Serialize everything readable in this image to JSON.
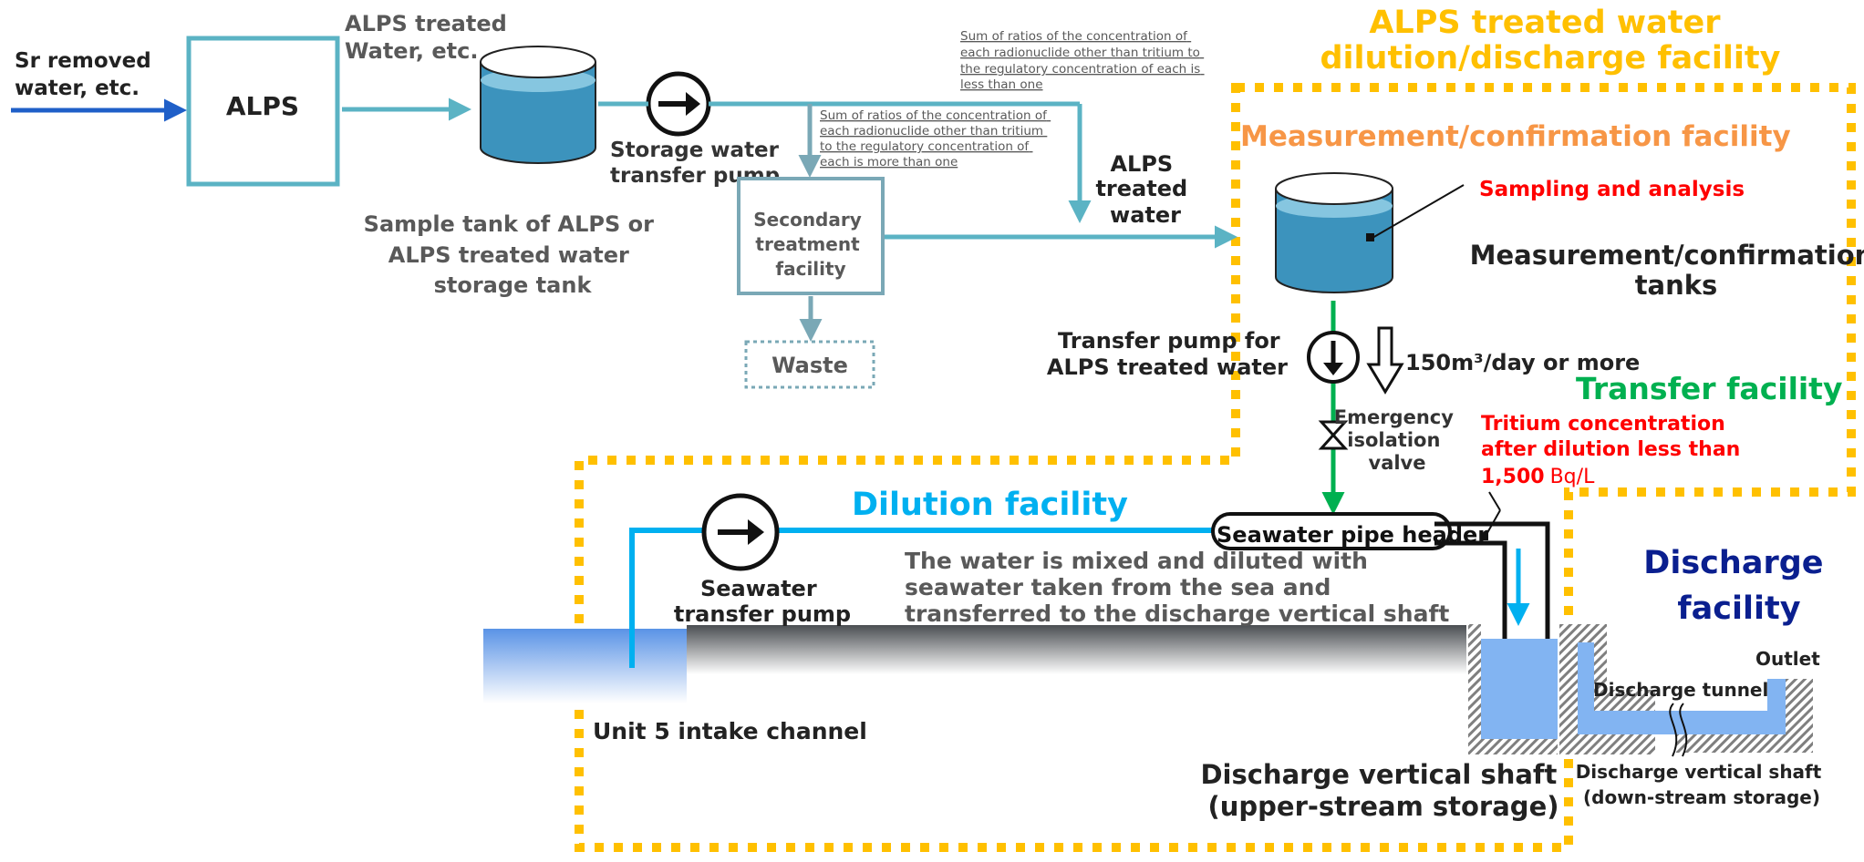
{
  "colors": {
    "teal": "#5bb3c4",
    "teal_dark": "#7aa8b6",
    "orange": "#ffc000",
    "orange_text": "#f79646",
    "green": "#00b050",
    "blue_line": "#00b0f0",
    "navy": "#0a1f8f",
    "red": "#ff0000",
    "water": "#82b4f2",
    "tank_body": "#3c93bd",
    "tank_top": "#86c6e0",
    "gray_text": "#595959",
    "input_arrow": "#1f5fc8"
  },
  "labels": {
    "sr_removed": [
      "Sr removed",
      "water, etc."
    ],
    "alps": "ALPS",
    "alps_treated_water_etc": [
      "ALPS treated",
      "Water, etc."
    ],
    "storage_pump": [
      "Storage water",
      "transfer pump"
    ],
    "sample_tank": [
      "Sample tank of ALPS or",
      "ALPS treated water",
      "storage tank"
    ],
    "ratio_lt_one": [
      "Sum of ratios of the concentration of",
      "each radionuclide other than tritium to",
      "the regulatory concentration of each is",
      "less than one"
    ],
    "ratio_gt_one": [
      "Sum of ratios of the concentration of",
      "each radionuclide other than tritium",
      "to the regulatory concentration of",
      "each is more than one"
    ],
    "secondary": [
      "Secondary",
      "treatment",
      "facility"
    ],
    "waste": "Waste",
    "alps_treated_water": [
      "ALPS",
      "treated",
      "water"
    ],
    "facility_title": [
      "ALPS treated water",
      "dilution/discharge facility"
    ],
    "measurement_facility": "Measurement/confirmation facility",
    "sampling": "Sampling and analysis",
    "measurement_tanks": [
      "Measurement/confirmation",
      "tanks"
    ],
    "transfer_pump_alps": [
      "Transfer pump for",
      "ALPS treated water"
    ],
    "flow_rate": "150m³/day or more",
    "transfer_facility": "Transfer facility",
    "emergency_valve": [
      "Emergency",
      "isolation",
      "valve"
    ],
    "tritium": [
      "Tritium concentration",
      "after dilution less than"
    ],
    "tritium_value": "1,500",
    "tritium_unit": "Bq/L",
    "dilution_facility": "Dilution facility",
    "seawater_header": "Seawater pipe header",
    "mix_text": [
      "The water is mixed and diluted with",
      "seawater taken from the sea and",
      "transferred to the discharge vertical shaft"
    ],
    "seawater_pump": [
      "Seawater",
      "transfer pump"
    ],
    "discharge_facility": [
      "Discharge",
      "facility"
    ],
    "outlet": "Outlet",
    "discharge_tunnel": "Discharge tunnel",
    "unit5": "Unit 5 intake channel",
    "shaft_upper": [
      "Discharge vertical shaft",
      "(upper-stream storage)"
    ],
    "shaft_down": [
      "Discharge vertical shaft",
      "(down-stream storage)"
    ]
  }
}
